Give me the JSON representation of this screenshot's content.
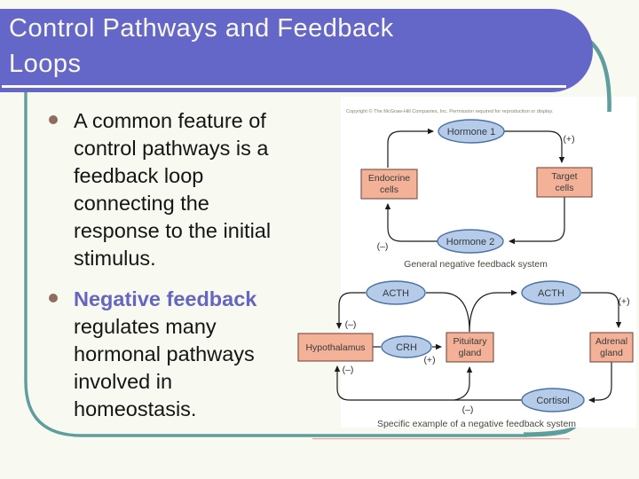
{
  "slide": {
    "title": "Control Pathways and Feedback Loops",
    "bullet1_text": "A common feature of\ncontrol pathways is a\nfeedback loop\nconnecting the\nresponse to the initial\nstimulus.",
    "bullet2_lead": "Negative feedback",
    "bullet2_rest": "\nregulates many\nhormonal pathways\ninvolved in\nhomeostasis."
  },
  "figure": {
    "copyright": "Copyright © The McGraw-Hill Companies, Inc. Permission required for reproduction or display.",
    "general": {
      "caption": "General negative feedback system",
      "hormone1": "Hormone 1",
      "hormone2": "Hormone 2",
      "endocrine_line1": "Endocrine",
      "endocrine_line2": "cells",
      "target_line1": "Target",
      "target_line2": "cells",
      "plus": "(+)",
      "minus": "(–)"
    },
    "specific": {
      "caption": "Specific example of a negative feedback system",
      "acth": "ACTH",
      "hypothalamus": "Hypothalamus",
      "crh": "CRH",
      "pituitary_line1": "Pituitary",
      "pituitary_line2": "gland",
      "adrenal_line1": "Adrenal",
      "adrenal_line2": "gland",
      "cortisol": "Cortisol",
      "plus": "(+)",
      "minus": "(–)"
    }
  },
  "colors": {
    "banner": "#6567c8",
    "accent_teal": "#5f9e9e",
    "accent_pink": "#e4a69e",
    "box_fill": "#f3b197",
    "ellipse_fill": "#b5cbe8",
    "lead_text": "#6466bf"
  }
}
